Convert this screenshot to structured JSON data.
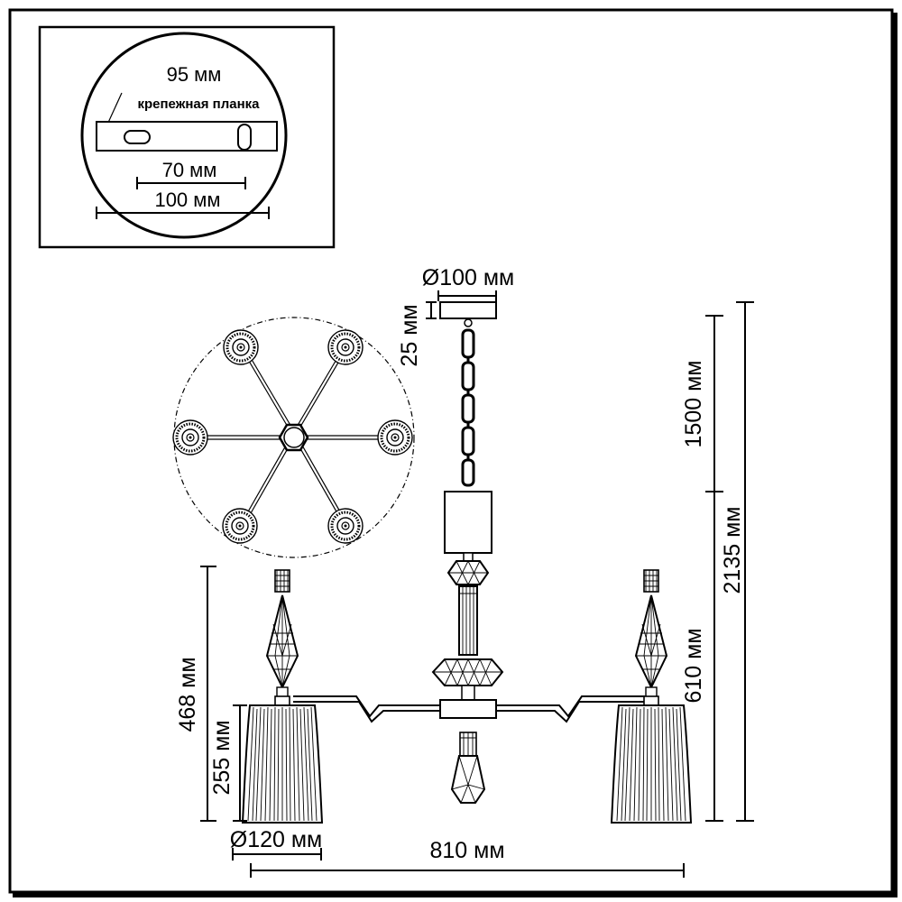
{
  "inset": {
    "bracket_length": "95 мм",
    "bracket_label": "крепежная планка",
    "hole_spacing": "70 мм",
    "overall_width": "100 мм"
  },
  "dimensions": {
    "canopy_diameter": "Ø100 мм",
    "canopy_height": "25 мм",
    "chain_length": "1500 мм",
    "total_height": "2135 мм",
    "body_height": "610 мм",
    "arm_height": "468 мм",
    "shade_height": "255 мм",
    "shade_diameter": "Ø120 мм",
    "total_width": "810 мм"
  },
  "top_view": {
    "arm_count": 6
  }
}
